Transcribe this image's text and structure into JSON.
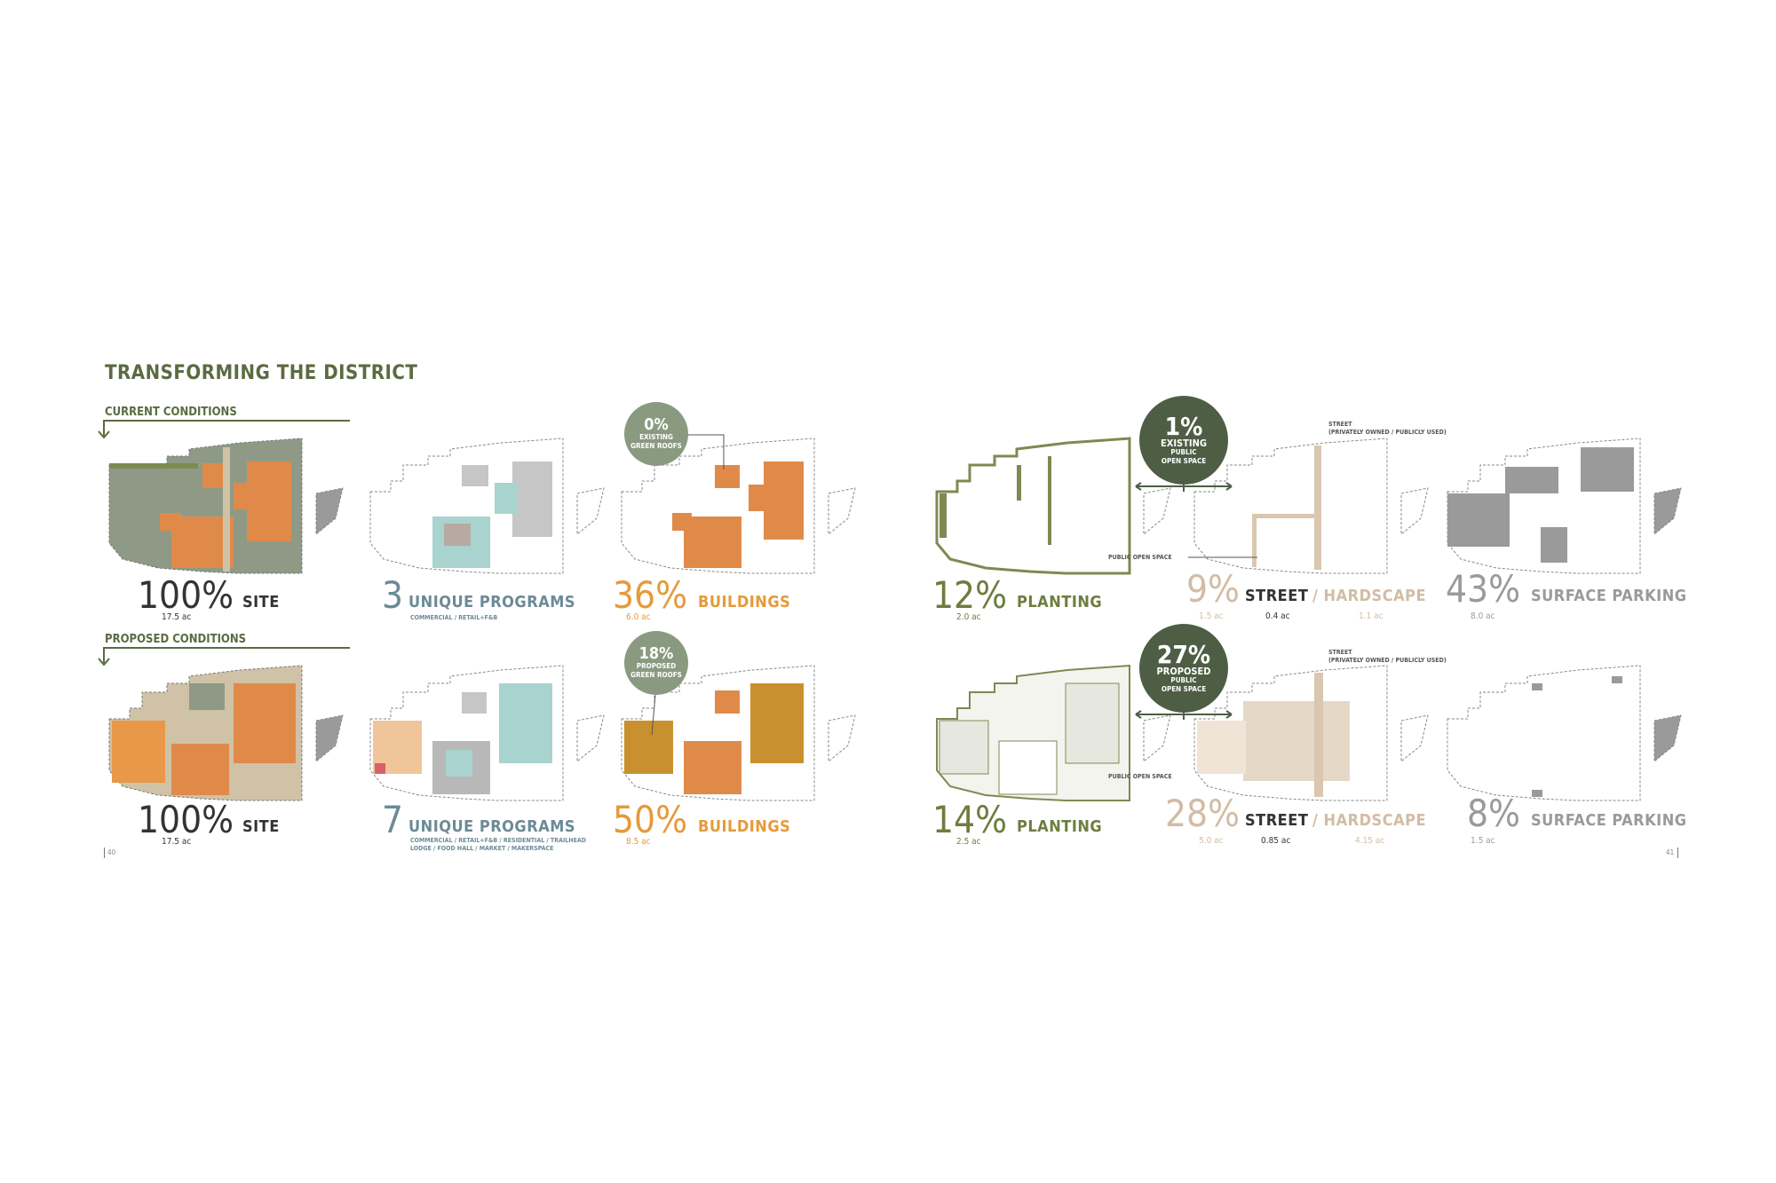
{
  "title": "TRANSFORMING THE DISTRICT",
  "sections": {
    "current": "CURRENT CONDITIONS",
    "proposed": "PROPOSED CONDITIONS"
  },
  "current": {
    "site": {
      "pct": "100%",
      "label": "SITE",
      "area": "17.5 ac"
    },
    "programs": {
      "pct": "3",
      "label": "UNIQUE PROGRAMS",
      "sub": "COMMERCIAL / RETAIL+F&B"
    },
    "buildings": {
      "pct": "36%",
      "label": "BUILDINGS",
      "area": "6.0 ac"
    },
    "roofs": {
      "pct": "0%",
      "line1": "EXISTING",
      "line2": "GREEN ROOFS"
    },
    "planting": {
      "pct": "12%",
      "label": "PLANTING",
      "area": "2.0 ac"
    },
    "openspace": {
      "pct": "1%",
      "line1": "EXISTING",
      "line2": "PUBLIC",
      "line3": "OPEN SPACE"
    },
    "street": {
      "pct": "9%",
      "label1": "STREET",
      "label2": "/ HARDSCAPE",
      "area1": "1.5 ac",
      "area2": "0.4 ac",
      "area3": "1.1 ac"
    },
    "parking": {
      "pct": "43%",
      "label": "SURFACE PARKING",
      "area": "8.0 ac"
    },
    "street_note1": "STREET",
    "street_note2": "(PRIVATELY OWNED / PUBLICLY USED)",
    "public_note": "PUBLIC OPEN SPACE"
  },
  "proposed": {
    "site": {
      "pct": "100%",
      "label": "SITE",
      "area": "17.5 ac"
    },
    "programs": {
      "pct": "7",
      "label": "UNIQUE PROGRAMS",
      "sub1": "COMMERCIAL / RETAIL+F&B / RESIDENTIAL / TRAILHEAD",
      "sub2": "LODGE / FOOD HALL / MARKET / MAKERSPACE"
    },
    "buildings": {
      "pct": "50%",
      "label": "BUILDINGS",
      "area": "8.5 ac"
    },
    "roofs": {
      "pct": "18%",
      "line1": "PROPOSED",
      "line2": "GREEN ROOFS"
    },
    "planting": {
      "pct": "14%",
      "label": "PLANTING",
      "area": "2.5 ac"
    },
    "openspace": {
      "pct": "27%",
      "line1": "PROPOSED",
      "line2": "PUBLIC",
      "line3": "OPEN SPACE"
    },
    "street": {
      "pct": "28%",
      "label1": "STREET",
      "label2": "/ HARDSCAPE",
      "area1": "5.0 ac",
      "area2": "0.85 ac",
      "area3": "4.15 ac"
    },
    "parking": {
      "pct": "8%",
      "label": "SURFACE PARKING",
      "area": "1.5 ac"
    },
    "street_note1": "STREET",
    "street_note2": "(PRIVATELY OWNED / PUBLICLY USED)",
    "public_note": "PUBLIC OPEN SPACE"
  },
  "pages": {
    "left": "40",
    "right": "41"
  },
  "colors": {
    "olive": "#6e7d3e",
    "orange": "#e08a4a",
    "slate": "#6c8a96",
    "grey": "#9a9a9a",
    "beige": "#d2bca4",
    "dark_green": "#4e5e44"
  }
}
